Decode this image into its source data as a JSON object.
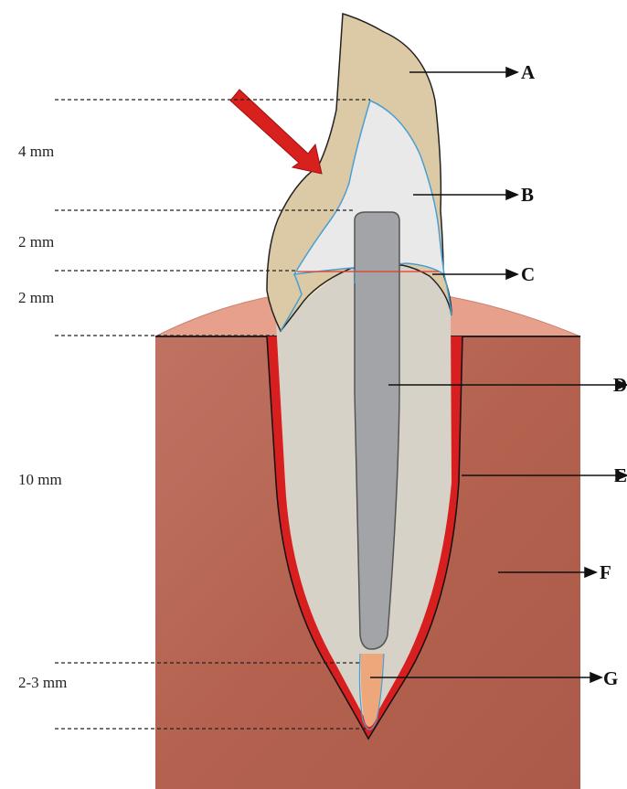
{
  "measurements": {
    "m1": "4 mm",
    "m2": "2 mm",
    "m3": "2 mm",
    "m4": "10 mm",
    "m5": "2-3 mm"
  },
  "labels": {
    "a": "A",
    "b": "B",
    "c": "C",
    "d": "D",
    "e": "E",
    "f": "F",
    "g": "G"
  },
  "colors": {
    "bone": "#b8665a",
    "gingiva": "#e7a08c",
    "crown": "#dccaa6",
    "core": "#e9e9ea",
    "ferrule": "#f3e6c2",
    "root": "#d6d2c8",
    "post": "#a3a4a7",
    "ligament": "#d81f1f",
    "gutta_percha": "#eea77b",
    "outline_blue": "#4a9fd1",
    "arrow": "#d8201c"
  }
}
